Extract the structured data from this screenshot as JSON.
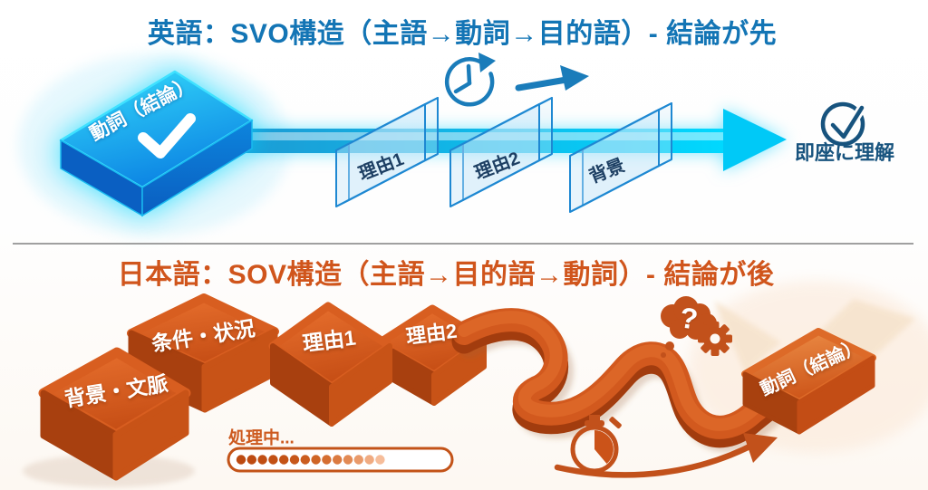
{
  "top_section": {
    "title": "英語：SVO構造（主語→動詞→目的語）- 結論が先",
    "verb_box": {
      "label": "動詞（結論）"
    },
    "panels": [
      {
        "label": "理由1"
      },
      {
        "label": "理由2"
      },
      {
        "label": "背景"
      }
    ],
    "result": {
      "label": "即座に理解"
    },
    "icons": {
      "clock": "clock-icon",
      "arrow": "forward-arrow-icon",
      "check": "check-circle-icon",
      "checkmark_on_box": "checkmark-icon"
    },
    "colors": {
      "accent": "#1375b5",
      "beam": "#00d9ff",
      "box": "#0d86e4"
    }
  },
  "bottom_section": {
    "title": "日本語：SOV構造（主語→目的語→動詞）- 結論が後",
    "blocks": [
      {
        "label": "背景・文脈"
      },
      {
        "label": "条件・状況"
      },
      {
        "label": "理由1"
      },
      {
        "label": "理由2"
      }
    ],
    "verb_box": {
      "label": "動詞（結論）"
    },
    "thought": {
      "mark": "?"
    },
    "processing": {
      "label": "処理中...",
      "progress_dots": 14
    },
    "icons": {
      "thought": "thought-cloud-icon",
      "gear": "gear-icon",
      "stopwatch": "stopwatch-icon",
      "arrow": "curved-arrow-icon"
    },
    "colors": {
      "accent": "#d0551c",
      "block": "#c64e15"
    }
  }
}
